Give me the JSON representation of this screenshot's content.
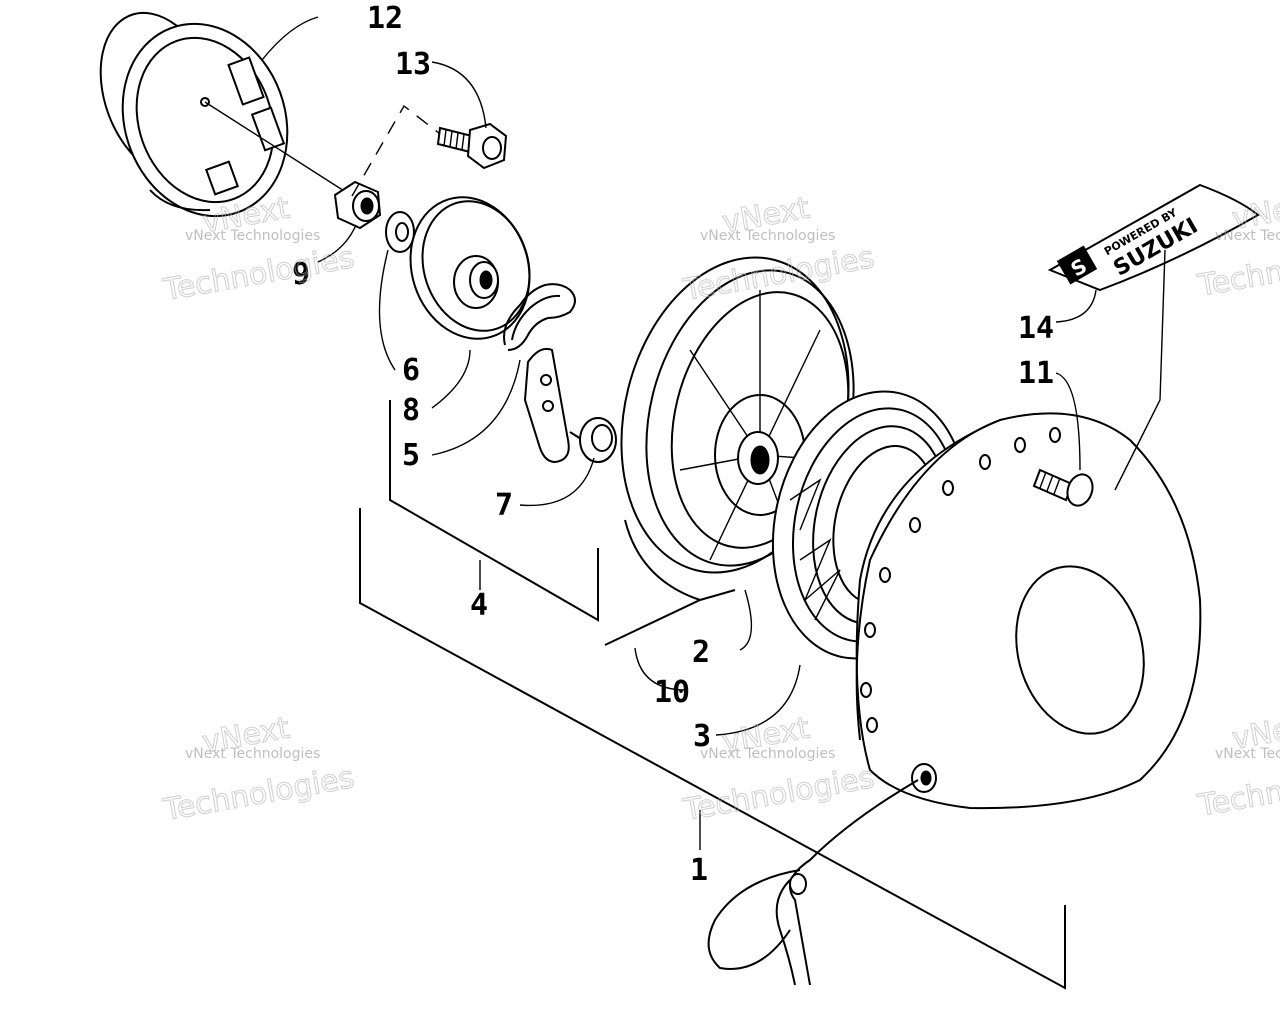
{
  "part_labels": {
    "p1": "1",
    "p2": "2",
    "p3": "3",
    "p4": "4",
    "p5": "5",
    "p6": "6",
    "p7": "7",
    "p8": "8",
    "p9": "9",
    "p10": "10",
    "p11": "11",
    "p12": "12",
    "p13": "13",
    "p14": "14"
  },
  "decal": {
    "line1": "POWERED BY",
    "line2": "SUZUKI"
  },
  "watermark": {
    "small": "vNext Technologies",
    "big_line1": "vNext",
    "big_line2": "Technologies"
  },
  "colors": {
    "ink": "#000000",
    "background": "#ffffff",
    "watermark": "#b0b0b0"
  }
}
